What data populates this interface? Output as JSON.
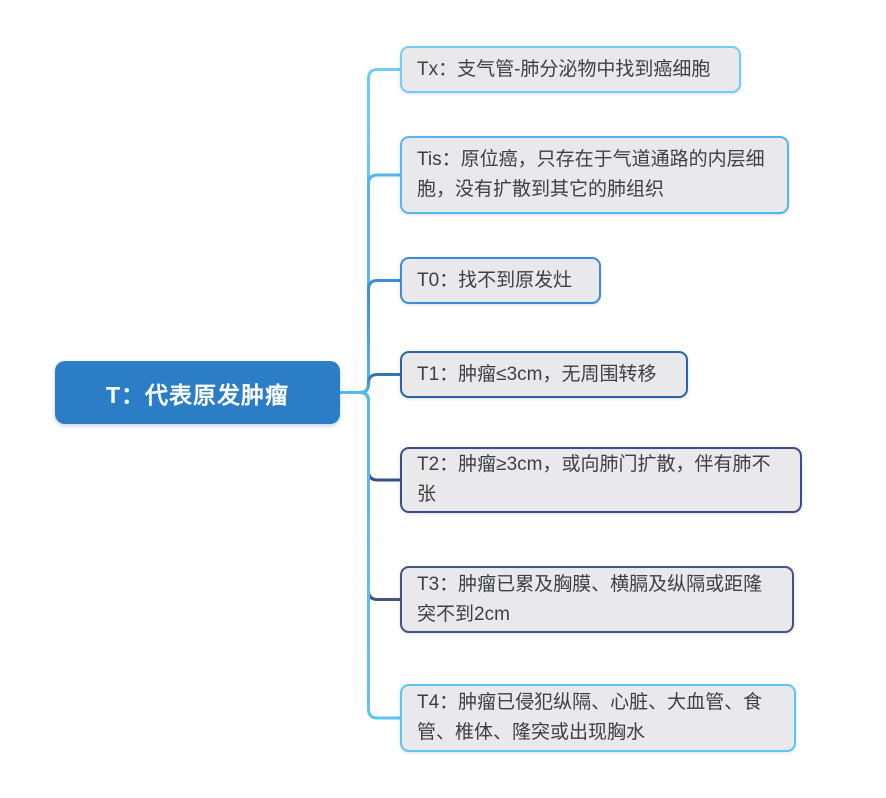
{
  "diagram_title": "T staging mind map",
  "root": {
    "text": "T：代表原发肿瘤",
    "bg_color": "#2b7dc6",
    "text_color": "#ffffff"
  },
  "nodes": [
    {
      "id": "Tx",
      "text": "Tx：支气管-肺分泌物中找到癌细胞",
      "color": "#6fcdf6"
    },
    {
      "id": "Tis",
      "text": "Tis：原位癌，只存在于气道通路的内层细胞，没有扩散到其它的肺组织",
      "color": "#55b6ef"
    },
    {
      "id": "T0",
      "text": "T0：找不到原发灶",
      "color": "#3a8ed6"
    },
    {
      "id": "T1",
      "text": "T1：肿瘤≤3cm，无周围转移",
      "color": "#2b63a8"
    },
    {
      "id": "T2",
      "text": "T2：肿瘤≥3cm，或向肺门扩散，伴有肺不张",
      "color": "#3e4d8a"
    },
    {
      "id": "T3",
      "text": "T3：肿瘤已累及胸膜、横膈及纵隔或距隆突不到2cm",
      "color": "#475380"
    },
    {
      "id": "T4",
      "text": "T4：肿瘤已侵犯纵隔、心脏、大血管、食管、椎体、隆突或出现胸水",
      "color": "#5bc6f2"
    }
  ],
  "connector": {
    "start_color": "#54b9ec"
  },
  "node_style": {
    "bg_color": "#e9e9eb",
    "text_color": "#3f4043"
  }
}
